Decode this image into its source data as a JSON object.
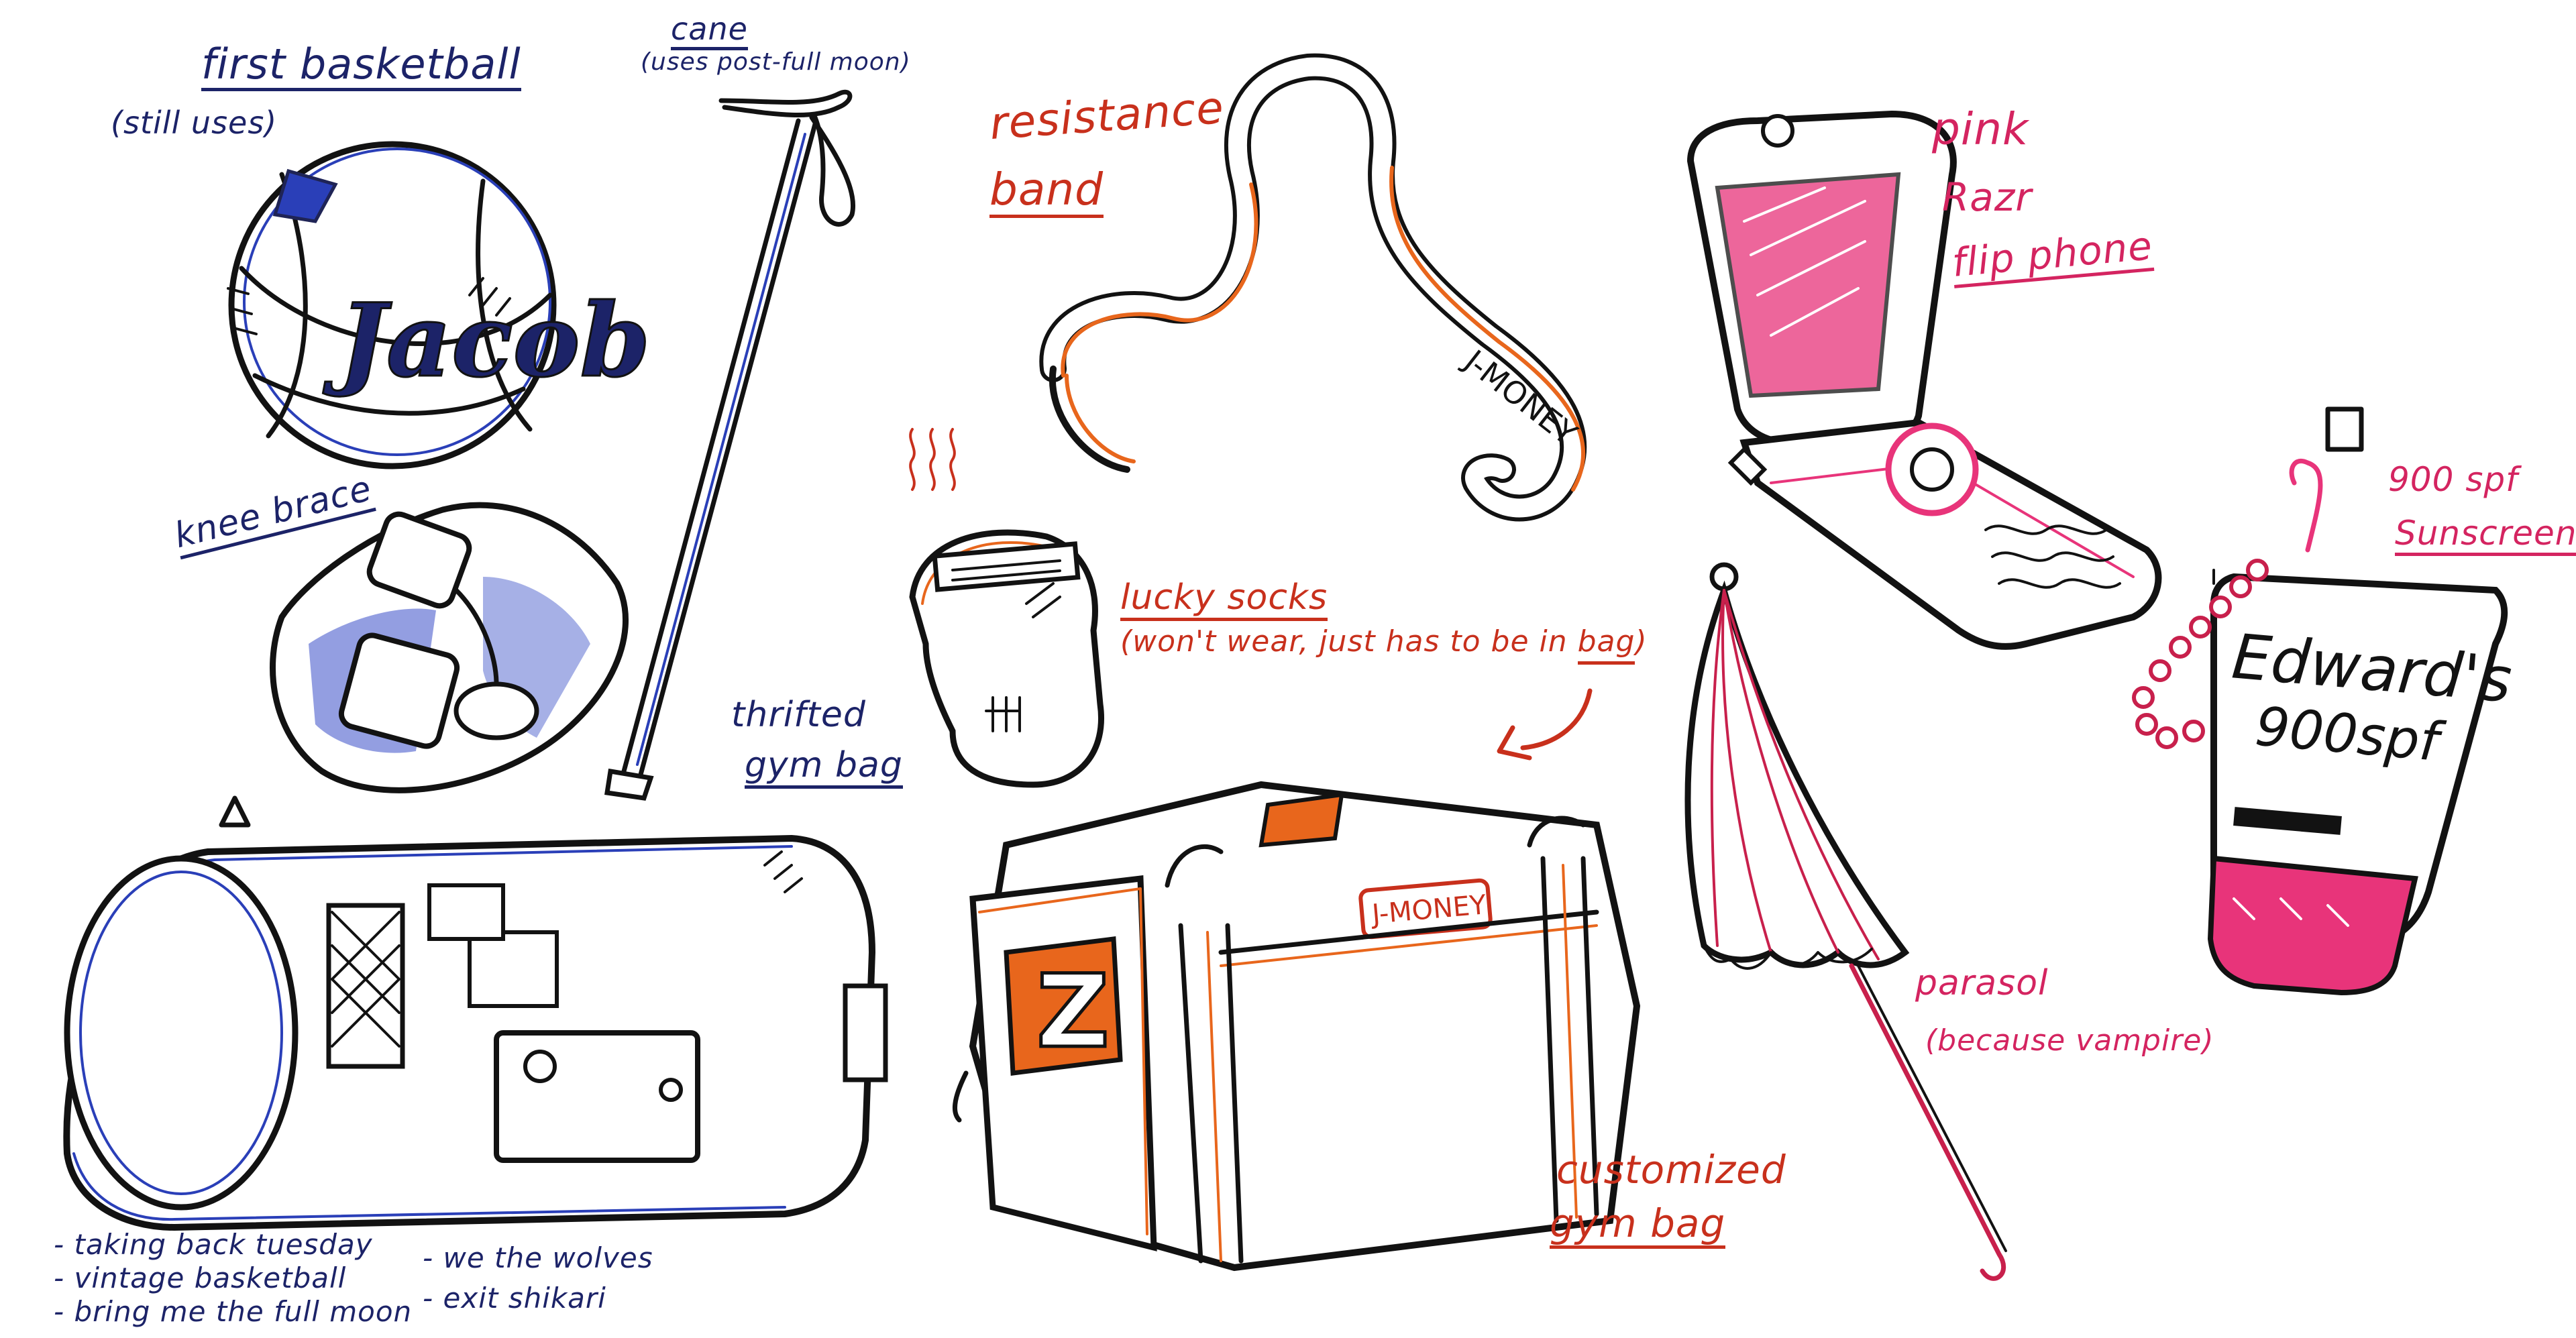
{
  "palette": {
    "jacob_ink": "#1c2368",
    "jacob_shade": "#2a3fb8",
    "bag_orange": "#e8661c",
    "label_red": "#c8301c",
    "edward_pink": "#d42460",
    "phone_pink": "#e8347a",
    "ink_black": "#121212"
  },
  "jacob": {
    "first_basketball": "first basketball",
    "still_uses": "(still uses)",
    "ball_name": "Jacob",
    "cane": "cane",
    "cane_note": "(uses post-full moon)",
    "knee_brace": "knee brace",
    "thrifted_gym_bag": [
      "thrifted",
      "gym bag"
    ],
    "bag_contents": [
      "- taking back tuesday",
      "- vintage basketball",
      "- bring me the full moon",
      "- we the wolves",
      "- exit shikari"
    ]
  },
  "jmoney": {
    "resistance_band": [
      "resistance",
      "band"
    ],
    "band_tag": "J-MONEY",
    "lucky_socks": "lucky socks",
    "socks_note_pre": "(won't wear, just has to be in ",
    "socks_note_bag": "bag",
    "socks_note_post": ")",
    "customized_gym_bag": [
      "customized",
      "gym bag"
    ],
    "bag_tag": "J-MONEY",
    "bag_letter": "Z"
  },
  "edward": {
    "pink": "pink",
    "razr": "Razr",
    "flip_phone": "flip phone",
    "spf_label": [
      "900 spf",
      "Sunscreen"
    ],
    "tube_brand": "Edward's",
    "tube_spf": "900spf",
    "parasol": "parasol",
    "parasol_note": "(because vampire)"
  },
  "icons": [
    "basketball-icon",
    "cane-icon",
    "knee-brace-icon",
    "duffel-bag-icon",
    "resistance-band-icon",
    "socks-icon",
    "arrow-icon",
    "flip-phone-icon",
    "sunscreen-icon",
    "parasol-icon"
  ]
}
